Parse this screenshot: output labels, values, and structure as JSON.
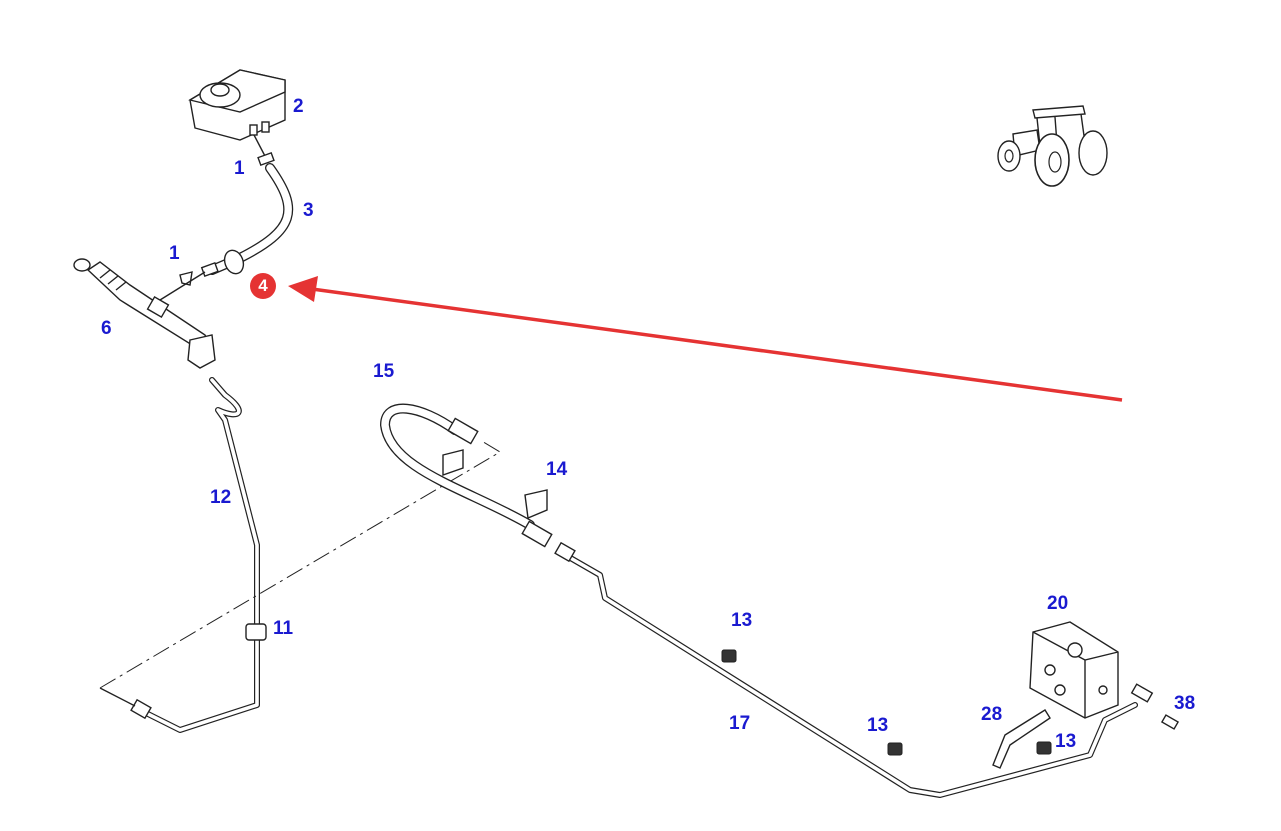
{
  "diagram": {
    "type": "exploded parts diagram",
    "subject": "clutch hydraulic line assembly",
    "accent_color": "#e53333",
    "label_color": "#1a1ad0",
    "highlighted_part": {
      "label": "4",
      "arrow_color": "#e53333"
    },
    "callouts": [
      {
        "id": "c1a",
        "label": "1"
      },
      {
        "id": "c1b",
        "label": "1"
      },
      {
        "id": "c2",
        "label": "2"
      },
      {
        "id": "c3",
        "label": "3"
      },
      {
        "id": "c6",
        "label": "6"
      },
      {
        "id": "c11",
        "label": "11"
      },
      {
        "id": "c12",
        "label": "12"
      },
      {
        "id": "c13a",
        "label": "13"
      },
      {
        "id": "c13b",
        "label": "13"
      },
      {
        "id": "c13c",
        "label": "13"
      },
      {
        "id": "c14",
        "label": "14"
      },
      {
        "id": "c15",
        "label": "15"
      },
      {
        "id": "c17",
        "label": "17"
      },
      {
        "id": "c20",
        "label": "20"
      },
      {
        "id": "c28",
        "label": "28"
      },
      {
        "id": "c38",
        "label": "38"
      }
    ],
    "icons": [
      "tractor-icon"
    ]
  }
}
